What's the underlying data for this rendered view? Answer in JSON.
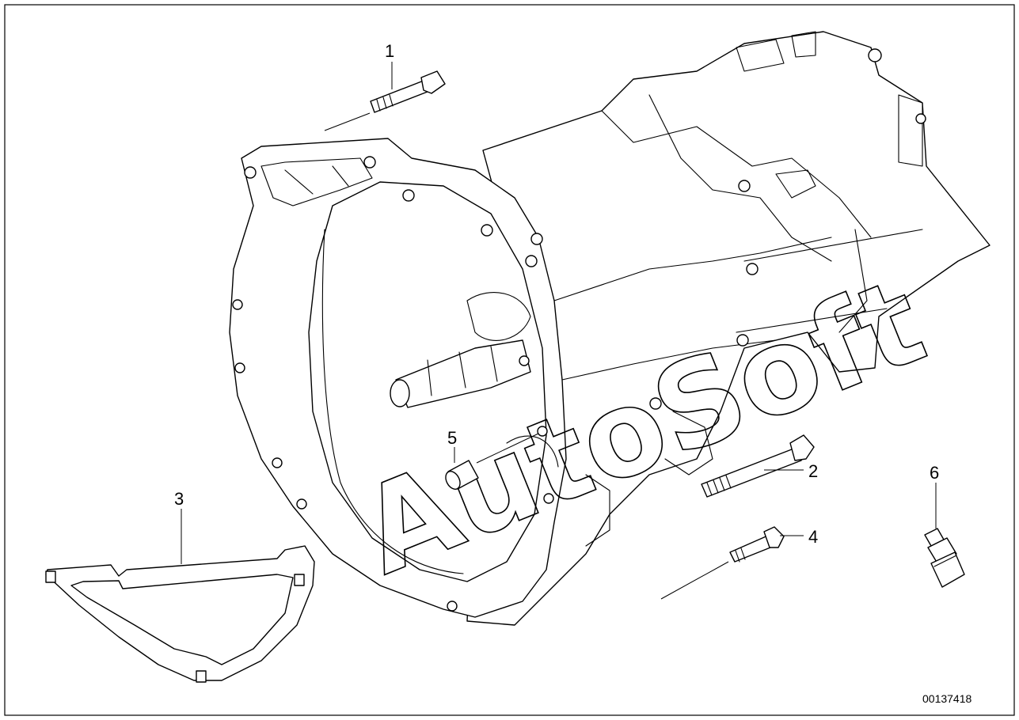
{
  "diagram": {
    "callouts": [
      {
        "id": "1",
        "label": "1"
      },
      {
        "id": "2",
        "label": "2"
      },
      {
        "id": "3",
        "label": "3"
      },
      {
        "id": "4",
        "label": "4"
      },
      {
        "id": "5",
        "label": "5"
      },
      {
        "id": "6",
        "label": "6"
      }
    ],
    "catalog_number": "00137418",
    "watermark": "AutoSoft"
  }
}
